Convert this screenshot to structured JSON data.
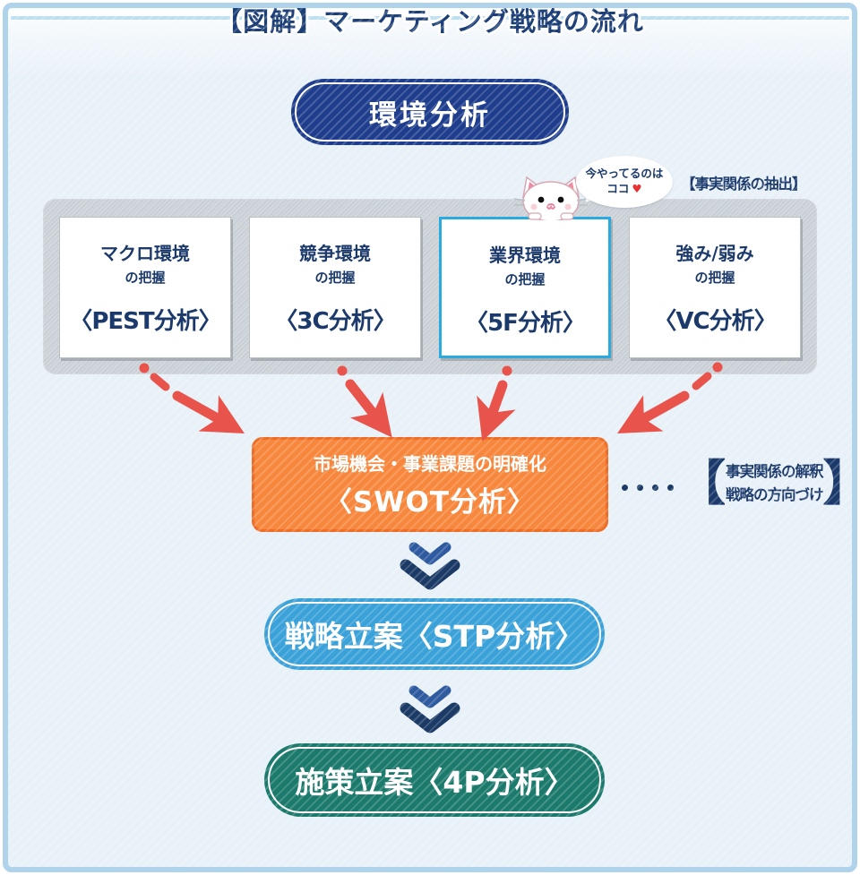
{
  "title": "【図解】マーケティング戦略の流れ",
  "env_pill": "環境分析",
  "callout": {
    "line1": "今やってるのは",
    "line2": "ココ",
    "heart": "♥"
  },
  "extract_label": "【事実関係の抽出】",
  "boxes": [
    {
      "line1": "マクロ環境",
      "line2": "の把握",
      "method": "〈PEST分析〉",
      "highlighted": false
    },
    {
      "line1": "競争環境",
      "line2": "の把握",
      "method": "〈3C分析〉",
      "highlighted": false
    },
    {
      "line1": "業界環境",
      "line2": "の把握",
      "method": "〈5F分析〉",
      "highlighted": true
    },
    {
      "line1": "強み/弱み",
      "line2": "の把握",
      "method": "〈VC分析〉",
      "highlighted": false
    }
  ],
  "swot": {
    "subtitle": "市場機会・事業課題の明確化",
    "title": "〈SWOT分析〉"
  },
  "interpret_note": {
    "open": "【",
    "line1": "事実関係の解釈",
    "line2": "戦略の方向づけ",
    "close": "】"
  },
  "stp_pill": "戦略立案〈STP分析〉",
  "p4_pill": "施策立案〈4P分析〉",
  "colors": {
    "frame_border": "#aed3ea",
    "background": "#e8f1f8",
    "navy_text": "#1b3a6b",
    "env_pill_bg": "#1e3d8c",
    "band_bg": "#c7ced4",
    "highlight_border": "#29abe2",
    "arrow_red": "#e8534b",
    "swot_bg": "#f6873c",
    "swot_border": "#ee6e28",
    "chevron_light": "#2e5aa0",
    "chevron_dark": "#1b3a66",
    "stp_bg": "#3ba1d9",
    "p4_bg": "#1c7a6c",
    "heart_red": "#e8302f"
  }
}
